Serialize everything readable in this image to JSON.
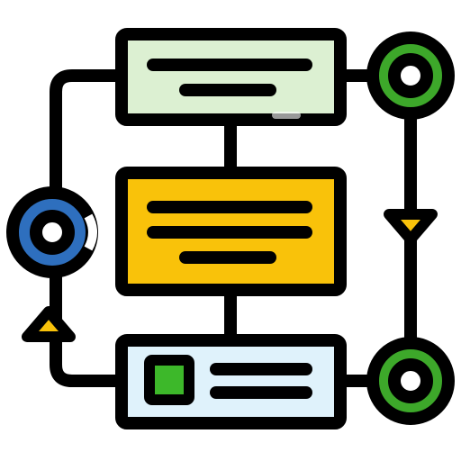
{
  "icon": {
    "name": "workflow-flowchart-icon",
    "elements": [
      {
        "name": "top-box",
        "fill": "#dcf0d2",
        "lines": 2
      },
      {
        "name": "middle-box",
        "fill": "#f9c20a",
        "lines": 3
      },
      {
        "name": "bottom-box",
        "fill": "#dff2fb",
        "lines": 2,
        "has_square": true
      },
      {
        "name": "left-node",
        "color": "#2e6fbe"
      },
      {
        "name": "right-top-node",
        "color": "#3da82a"
      },
      {
        "name": "right-bottom-node",
        "color": "#3da82a"
      },
      {
        "name": "down-arrow",
        "color": "#f9c20a"
      },
      {
        "name": "up-arrow",
        "color": "#f9c20a"
      }
    ]
  },
  "colors": {
    "outline": "#000000",
    "green_light": "#dcf0d2",
    "yellow": "#f9c20a",
    "blue_light": "#dff2fb",
    "blue": "#2e6fbe",
    "green": "#3da82a",
    "green_square": "#3db82a"
  }
}
